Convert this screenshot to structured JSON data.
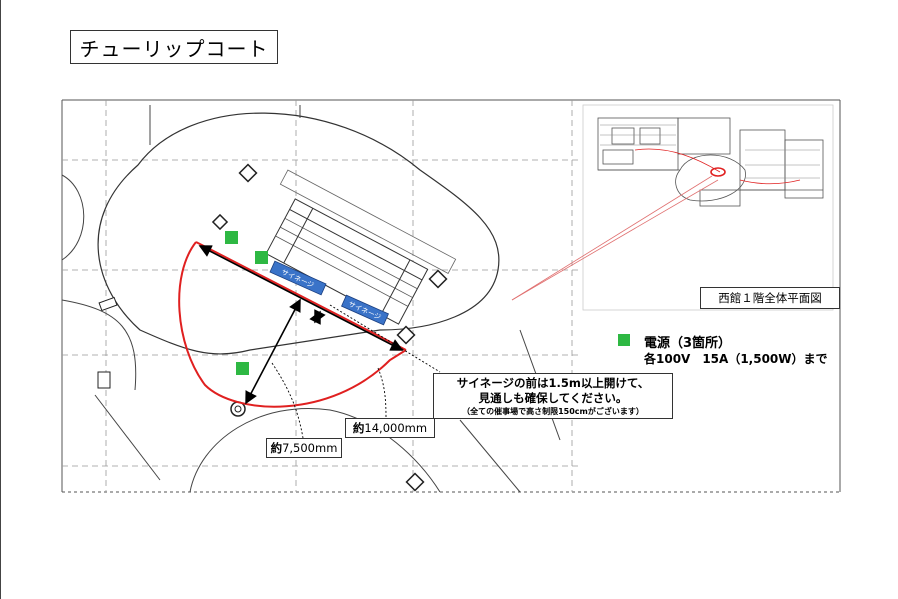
{
  "page": {
    "title": "チューリップコート"
  },
  "inset": {
    "label": "西館１階全体平面図"
  },
  "power": {
    "color": "#2eb843",
    "title": "電源（3箇所）",
    "spec": "各100V　15A（1,500W）まで"
  },
  "notice": {
    "line1": "サイネージの前は1.5m以上開けて、",
    "line2": "見通しも確保してください。",
    "line3": "（全ての催事場で高さ制限150cmがございます）"
  },
  "dimensions": {
    "depth_prefix": "約",
    "depth_value": "7,500mm",
    "width_prefix": "約",
    "width_value": "14,000mm"
  },
  "signage": {
    "label1": "サイネージ",
    "label2": "サイネージ",
    "color": "#3a73c8"
  },
  "colors": {
    "area_outline": "#e02020",
    "walls": "#444444"
  }
}
